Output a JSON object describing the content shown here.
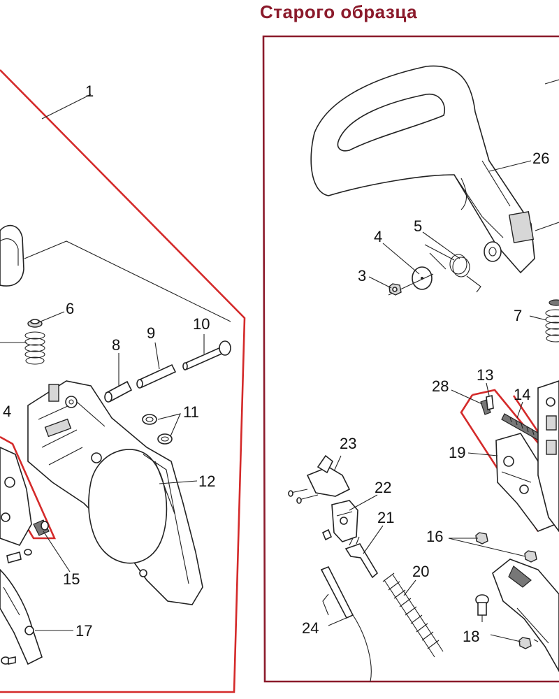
{
  "header": {
    "title": "Старого образца"
  },
  "colors": {
    "left_frame": "#d42a2a",
    "right_frame": "#8b1a2b",
    "title": "#8b1a2b"
  },
  "callouts": {
    "c1": "1",
    "c3": "3",
    "c4_left": "4",
    "c4_right": "4",
    "c5": "5",
    "c6": "6",
    "c7": "7",
    "c8": "8",
    "c9": "9",
    "c10": "10",
    "c11": "11",
    "c12": "12",
    "c13": "13",
    "c14": "14",
    "c15": "15",
    "c16": "16",
    "c17": "17",
    "c18": "18",
    "c19": "19",
    "c20": "20",
    "c21": "21",
    "c22": "22",
    "c23": "23",
    "c24": "24",
    "c26": "26",
    "c28": "28"
  }
}
